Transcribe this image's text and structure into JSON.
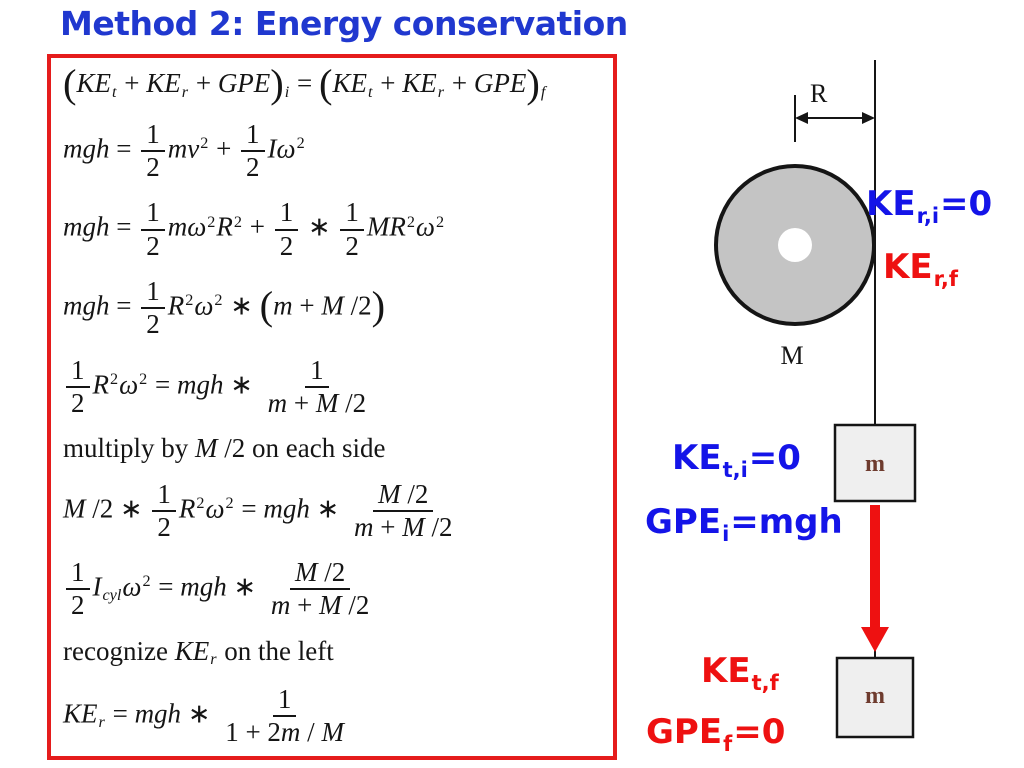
{
  "title": "Method 2: Energy conservation",
  "colors": {
    "title_blue": "#2038cf",
    "label_blue": "#1414e8",
    "label_red": "#ee1111",
    "box_red": "#e51c1c",
    "ink": "#151515",
    "pulley_gray": "#c4c4c4",
    "box_fill": "#efefef",
    "mass_brown": "#6e3b2e"
  },
  "equations": [
    {
      "t": [
        {
          "big": "("
        },
        {
          "v": "KE"
        },
        {
          "s": "t"
        },
        {
          "r": " + "
        },
        {
          "v": "KE"
        },
        {
          "s": "r"
        },
        {
          "r": " + "
        },
        {
          "v": "GPE"
        },
        {
          "big": ")"
        },
        {
          "s": "i"
        },
        {
          "r": " = "
        },
        {
          "big": "("
        },
        {
          "v": "KE"
        },
        {
          "s": "t"
        },
        {
          "r": " + "
        },
        {
          "v": "KE"
        },
        {
          "s": "r"
        },
        {
          "r": " + "
        },
        {
          "v": "GPE"
        },
        {
          "big": ")"
        },
        {
          "s": "f"
        }
      ]
    },
    {
      "t": [
        {
          "v": "mgh"
        },
        {
          "r": " = "
        },
        {
          "f": {
            "n": [
              {
                "r": "1"
              }
            ],
            "d": [
              {
                "r": "2"
              }
            ]
          }
        },
        {
          "v": "mv"
        },
        {
          "p": "2"
        },
        {
          "r": " + "
        },
        {
          "f": {
            "n": [
              {
                "r": "1"
              }
            ],
            "d": [
              {
                "r": "2"
              }
            ]
          }
        },
        {
          "v": "Iω"
        },
        {
          "p": "2"
        }
      ]
    },
    {
      "t": [
        {
          "v": "mgh"
        },
        {
          "r": " = "
        },
        {
          "f": {
            "n": [
              {
                "r": "1"
              }
            ],
            "d": [
              {
                "r": "2"
              }
            ]
          }
        },
        {
          "v": "mω"
        },
        {
          "p": "2"
        },
        {
          "v": "R"
        },
        {
          "p": "2"
        },
        {
          "r": " + "
        },
        {
          "f": {
            "n": [
              {
                "r": "1"
              }
            ],
            "d": [
              {
                "r": "2"
              }
            ]
          }
        },
        {
          "r": " ∗ "
        },
        {
          "f": {
            "n": [
              {
                "r": "1"
              }
            ],
            "d": [
              {
                "r": "2"
              }
            ]
          }
        },
        {
          "v": "MR"
        },
        {
          "p": "2"
        },
        {
          "v": "ω"
        },
        {
          "p": "2"
        }
      ]
    },
    {
      "t": [
        {
          "v": "mgh"
        },
        {
          "r": " = "
        },
        {
          "f": {
            "n": [
              {
                "r": "1"
              }
            ],
            "d": [
              {
                "r": "2"
              }
            ]
          }
        },
        {
          "v": "R"
        },
        {
          "p": "2"
        },
        {
          "v": "ω"
        },
        {
          "p": "2"
        },
        {
          "r": " ∗ "
        },
        {
          "big": "("
        },
        {
          "v": "m"
        },
        {
          "r": " + "
        },
        {
          "v": "M"
        },
        {
          "r": " /2"
        },
        {
          "big": ")"
        }
      ]
    },
    {
      "t": [
        {
          "f": {
            "n": [
              {
                "r": "1"
              }
            ],
            "d": [
              {
                "r": "2"
              }
            ]
          }
        },
        {
          "v": "R"
        },
        {
          "p": "2"
        },
        {
          "v": "ω"
        },
        {
          "p": "2"
        },
        {
          "r": " = "
        },
        {
          "v": "mgh"
        },
        {
          "r": " ∗ "
        },
        {
          "f": {
            "n": [
              {
                "r": "1"
              }
            ],
            "d": [
              {
                "v": "m"
              },
              {
                "r": " + "
              },
              {
                "v": "M"
              },
              {
                "r": " /2"
              }
            ]
          }
        }
      ]
    },
    {
      "t": [
        {
          "r": "multiply by "
        },
        {
          "v": "M"
        },
        {
          "r": " /2 on each side"
        }
      ]
    },
    {
      "t": [
        {
          "v": "M"
        },
        {
          "r": " /2 ∗ "
        },
        {
          "f": {
            "n": [
              {
                "r": "1"
              }
            ],
            "d": [
              {
                "r": "2"
              }
            ]
          }
        },
        {
          "v": "R"
        },
        {
          "p": "2"
        },
        {
          "v": "ω"
        },
        {
          "p": "2"
        },
        {
          "r": " = "
        },
        {
          "v": "mgh"
        },
        {
          "r": " ∗ "
        },
        {
          "f": {
            "n": [
              {
                "v": "M"
              },
              {
                "r": " /2"
              }
            ],
            "d": [
              {
                "v": "m"
              },
              {
                "r": " + "
              },
              {
                "v": "M"
              },
              {
                "r": " /2"
              }
            ]
          }
        }
      ]
    },
    {
      "t": [
        {
          "f": {
            "n": [
              {
                "r": "1"
              }
            ],
            "d": [
              {
                "r": "2"
              }
            ]
          }
        },
        {
          "v": "I"
        },
        {
          "s": "cyl"
        },
        {
          "v": "ω"
        },
        {
          "p": "2"
        },
        {
          "r": " = "
        },
        {
          "v": "mgh"
        },
        {
          "r": " ∗ "
        },
        {
          "f": {
            "n": [
              {
                "v": "M"
              },
              {
                "r": " /2"
              }
            ],
            "d": [
              {
                "v": "m"
              },
              {
                "r": " + "
              },
              {
                "v": "M"
              },
              {
                "r": " /2"
              }
            ]
          }
        }
      ]
    },
    {
      "t": [
        {
          "r": "recognize "
        },
        {
          "v": "KE"
        },
        {
          "s": "r"
        },
        {
          "r": " on the left"
        }
      ]
    },
    {
      "t": [
        {
          "v": "KE"
        },
        {
          "s": "r"
        },
        {
          "r": " = "
        },
        {
          "v": "mgh"
        },
        {
          "r": " ∗ "
        },
        {
          "f": {
            "n": [
              {
                "r": "1"
              }
            ],
            "d": [
              {
                "r": "1 + 2"
              },
              {
                "v": "m"
              },
              {
                "r": " / "
              },
              {
                "v": "M"
              }
            ]
          }
        }
      ]
    }
  ],
  "diagram": {
    "radius_label": "R",
    "pulley_mass_label": "M",
    "hanging_mass_label_initial": "m",
    "hanging_mass_label_final": "m",
    "annotations": [
      {
        "pre": "KE",
        "sub": "r,i",
        "post": "=0"
      },
      {
        "pre": "KE",
        "sub": "r,f",
        "post": ""
      },
      {
        "pre": "KE",
        "sub": "t,i",
        "post": "=0"
      },
      {
        "pre": "GPE",
        "sub": "i",
        "post": "=mgh"
      },
      {
        "pre": "KE",
        "sub": "t,f",
        "post": ""
      },
      {
        "pre": "GPE",
        "sub": "f",
        "post": "=0"
      }
    ]
  }
}
